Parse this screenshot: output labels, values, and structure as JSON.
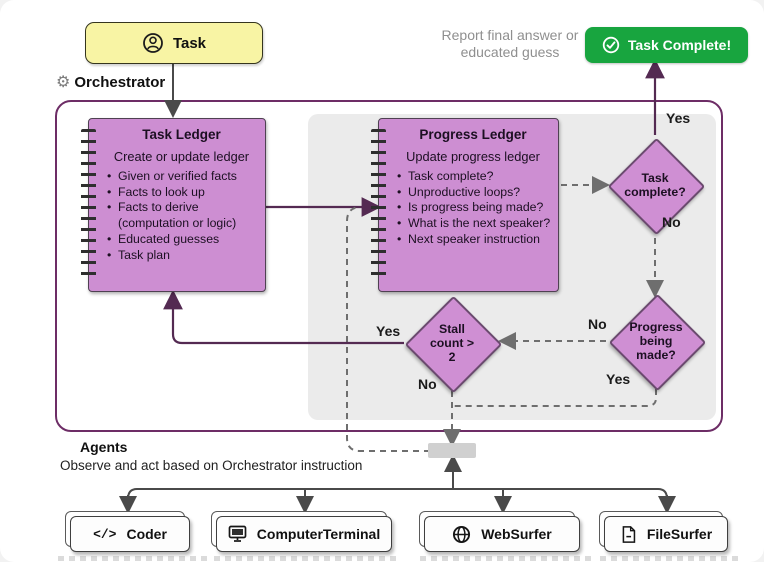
{
  "header": {
    "task_label": "Task",
    "orchestrator_label": "Orchestrator",
    "report_text": "Report final answer or educated guess",
    "complete_button": "Task Complete!"
  },
  "task_ledger": {
    "title": "Task Ledger",
    "subtitle": "Create or update ledger",
    "items": [
      "Given or verified facts",
      "Facts to look up",
      "Facts to derive (computation or logic)",
      "Educated guesses",
      "Task plan"
    ]
  },
  "progress_ledger": {
    "title": "Progress Ledger",
    "subtitle": "Update progress ledger",
    "items": [
      "Task complete?",
      "Unproductive loops?",
      "Is progress being made?",
      "What is the next speaker?",
      "Next speaker instruction"
    ]
  },
  "decisions": {
    "task_complete": "Task\ncomplete?",
    "progress": "Progress\nbeing\nmade?",
    "stall": "Stall\ncount >\n2"
  },
  "branch_labels": {
    "tc_yes": "Yes",
    "tc_no": "No",
    "pbm_no": "No",
    "pbm_yes": "Yes",
    "stall_yes": "Yes",
    "stall_no": "No"
  },
  "agents": {
    "title": "Agents",
    "subtitle": "Observe and act based on Orchestrator instruction",
    "items": [
      {
        "label": "Coder",
        "icon": "code-icon"
      },
      {
        "label": "ComputerTerminal",
        "icon": "terminal-icon"
      },
      {
        "label": "WebSurfer",
        "icon": "globe-icon"
      },
      {
        "label": "FileSurfer",
        "icon": "file-icon"
      }
    ]
  },
  "icons": {
    "task": "user-icon",
    "orchestrator": "gear-icon",
    "complete_button": "check-circle-icon"
  },
  "colors": {
    "ledger_purple": "#cd8ed2",
    "orchestrator_border": "#6d2d66",
    "button_green": "#18a53f",
    "task_yellow": "#f8f4a4",
    "arrow_purple": "#542a52",
    "arrow_gray": "#4a4a4a",
    "dashed_gray": "#6e6e6e",
    "panel_gray": "#ebebeb"
  }
}
